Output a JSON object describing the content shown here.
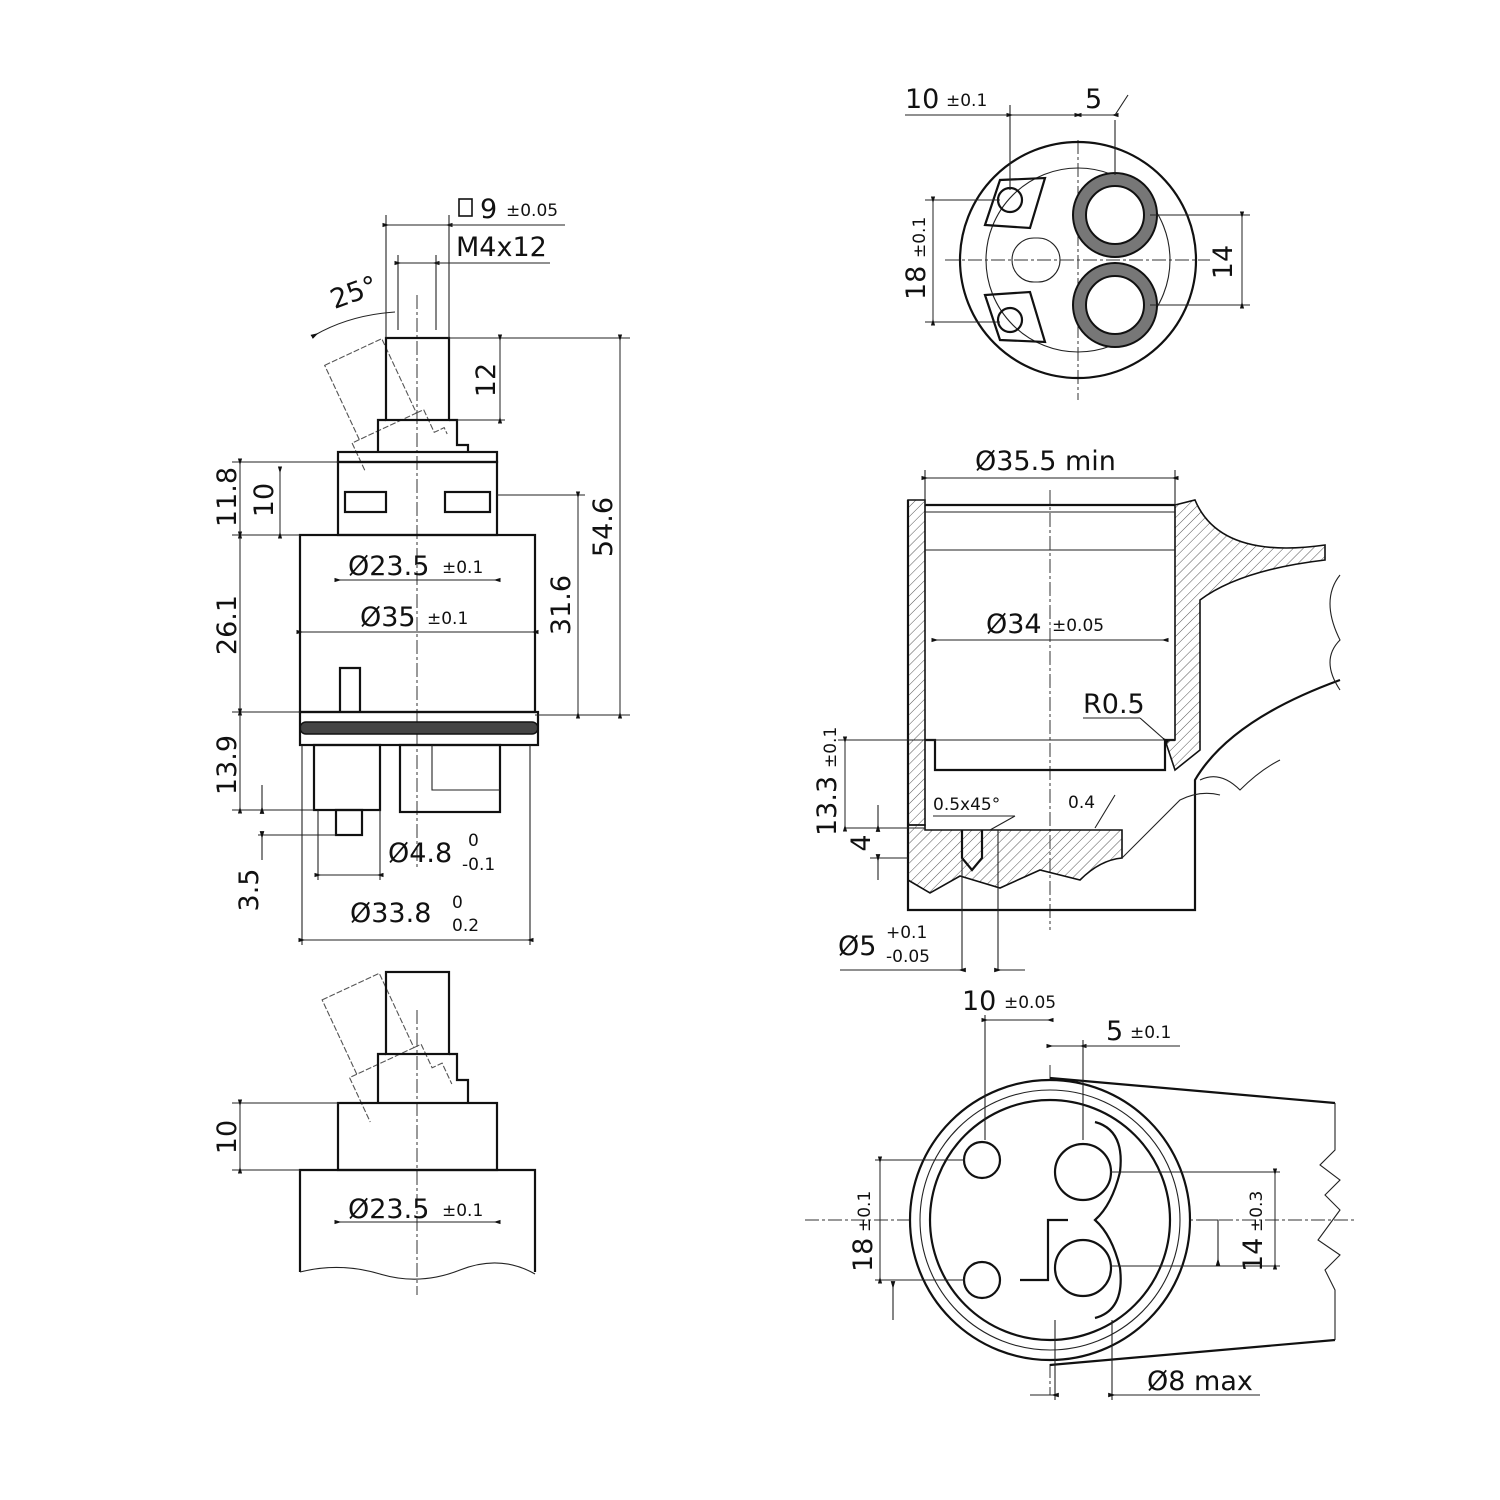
{
  "side_view": {
    "square_label": "9",
    "square_tol": "±0.05",
    "thread": "M4x12",
    "angle": "25°",
    "stem_height": "12",
    "cap_height": "11.8",
    "upper_height": "10",
    "total_height": "54.6",
    "d_upper_main": "Ø23.5",
    "d_upper_tol": "±0.1",
    "d_body_main": "Ø35",
    "d_body_tol": "±0.1",
    "body_height_a": "31.6",
    "body_height_b": "26.1",
    "base_height": "13.9",
    "pin_height": "3.5",
    "d_pin_main": "Ø4.8",
    "d_pin_up": "0",
    "d_pin_low": "-0.1",
    "d_base_main": "Ø33.8",
    "d_base_up": "0",
    "d_base_low": "0.2"
  },
  "front_view": {
    "upper_height": "10",
    "d_upper_main": "Ø23.5",
    "d_upper_tol": "±0.1"
  },
  "top_view": {
    "offset_main": "10",
    "offset_tol": "±0.1",
    "offset_b": "5",
    "pitch_main": "18",
    "pitch_tol": "±0.1",
    "hole_pitch": "14"
  },
  "section_view": {
    "d_bore_min": "Ø35.5 min",
    "d_seat_main": "Ø34",
    "d_seat_tol": "±0.05",
    "radius": "R0.5",
    "depth_main": "13.3",
    "depth_tol": "±0.1",
    "step": "4",
    "chamfer": "0.5x45°",
    "gap": "0.4",
    "d_pinhole_main": "Ø5",
    "d_pinhole_up": "+0.1",
    "d_pinhole_low": "-0.05"
  },
  "housing_view": {
    "offset_main": "10",
    "offset_tol": "±0.05",
    "offset_b_main": "5",
    "offset_b_tol": "±0.1",
    "pitch_main": "18",
    "pitch_tol": "±0.1",
    "hole_main": "14",
    "hole_tol": "±0.3",
    "d_port_max": "Ø8 max"
  }
}
